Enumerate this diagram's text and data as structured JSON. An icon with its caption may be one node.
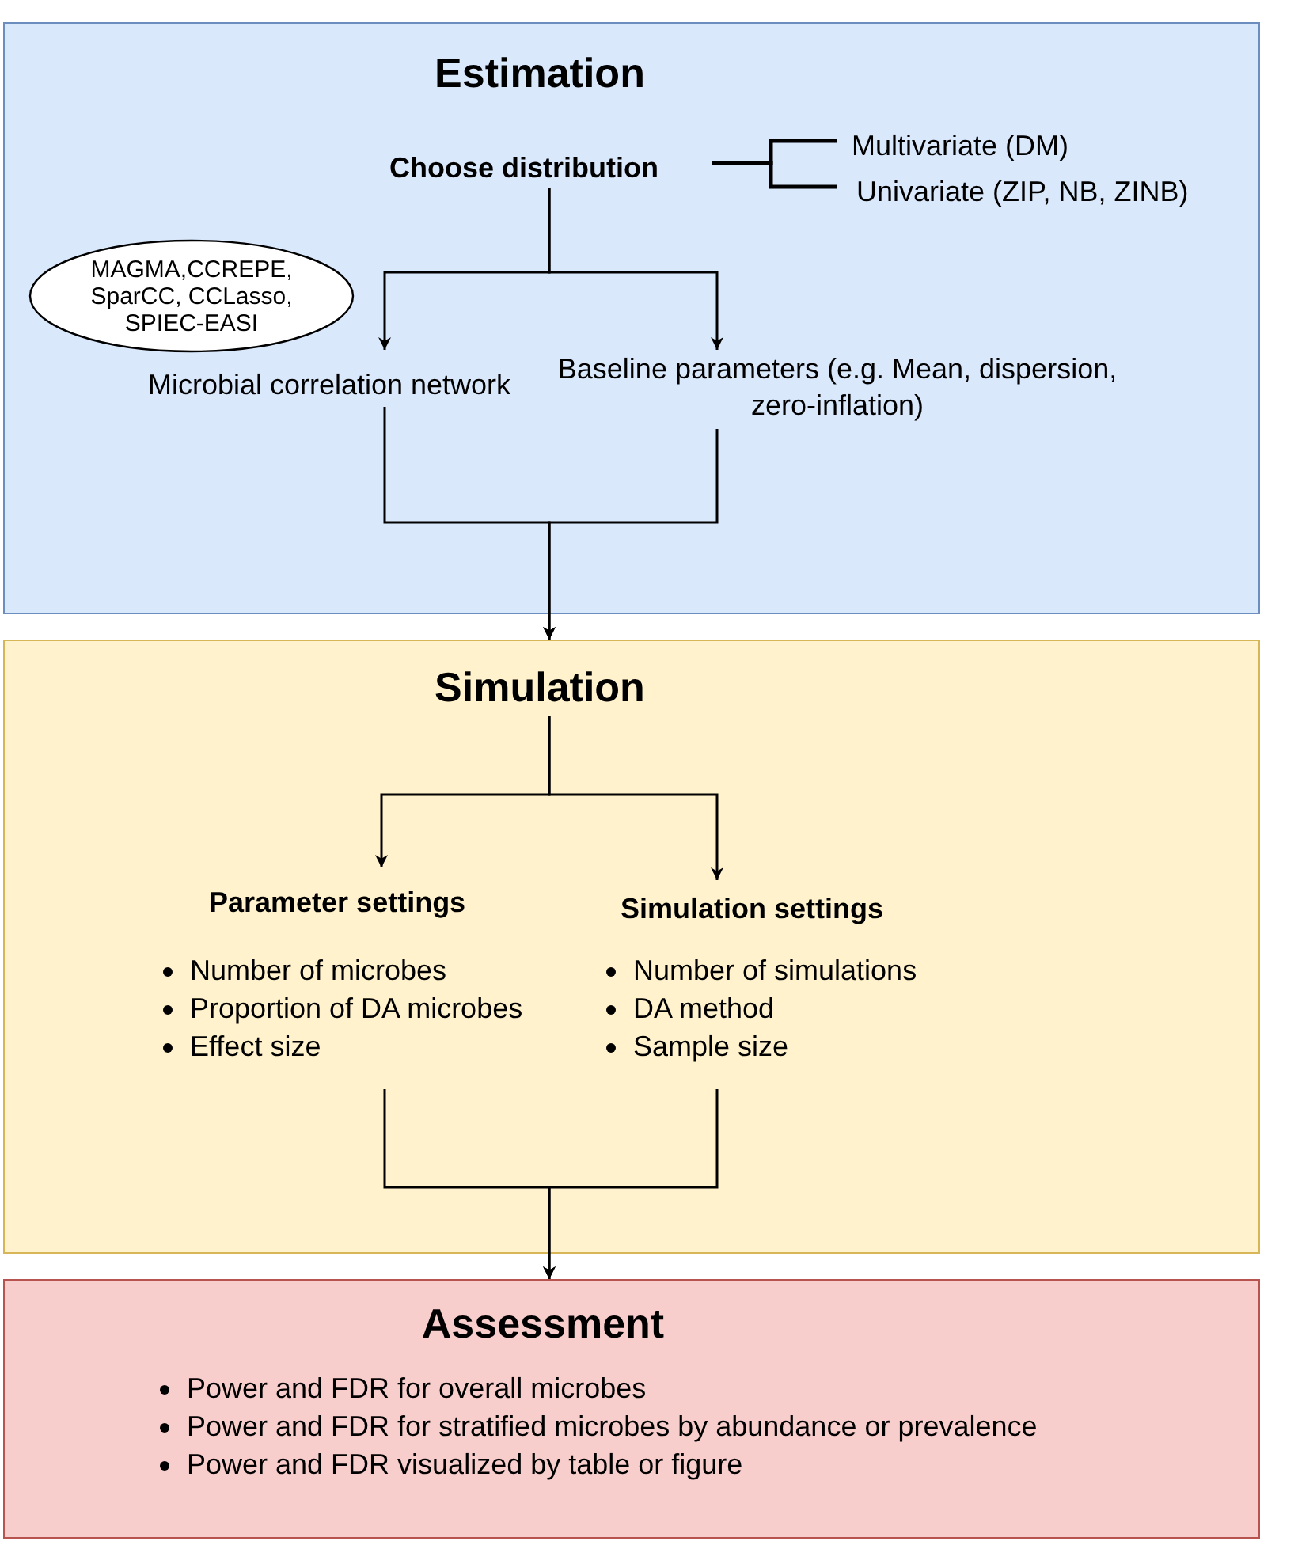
{
  "diagram": {
    "nodes": [
      {
        "text": [
          "Estimation"
        ]
      },
      {
        "text": [
          "Choose distribution"
        ],
        "in": 0
      },
      {
        "text": [
          "Multivariate (DM)"
        ],
        "in": 0
      },
      {
        "text": [
          "Univariate (ZIP, NB, ZINB)"
        ],
        "in": 0
      },
      {
        "text": [
          "MAGMA,CCREPE, SparCC, CCLasso, SPIEC-EASI"
        ],
        "in": 0
      },
      {
        "text": [
          "Microbial correlation network"
        ],
        "in": 0
      },
      {
        "text": [
          "Baseline parameters (e.g. Mean, dispersion, zero-inflation)"
        ],
        "in": 0
      },
      {
        "text": [
          "Simulation"
        ]
      },
      {
        "text": [
          "Parameter settings",
          "Number of microbes",
          "Proportion of DA microbes",
          "Effect size"
        ],
        "in": 7
      },
      {
        "text": [
          "Simulation settings",
          "Number of simulations",
          "DA method",
          "Sample size"
        ],
        "in": 7
      },
      {
        "text": [
          "Assessment",
          "Power and FDR for overall microbes",
          "Power and FDR for stratified microbes by abundance or prevalence",
          "Power and FDR visualized by table or figure"
        ]
      }
    ],
    "edges": [
      {
        "from": 1,
        "to": 2,
        "arrow": "none"
      },
      {
        "from": 1,
        "to": 3,
        "arrow": "none"
      },
      {
        "from": 1,
        "to": 5,
        "arrow": "to"
      },
      {
        "from": 1,
        "to": 6,
        "arrow": "to"
      },
      {
        "from": 5,
        "to": 7,
        "arrow": "to"
      },
      {
        "from": 6,
        "to": 7,
        "arrow": "to"
      },
      {
        "from": 7,
        "to": 8,
        "arrow": "to"
      },
      {
        "from": 7,
        "to": 9,
        "arrow": "to"
      },
      {
        "from": 8,
        "to": 10,
        "arrow": "to"
      },
      {
        "from": 9,
        "to": 10,
        "arrow": "to"
      }
    ]
  }
}
